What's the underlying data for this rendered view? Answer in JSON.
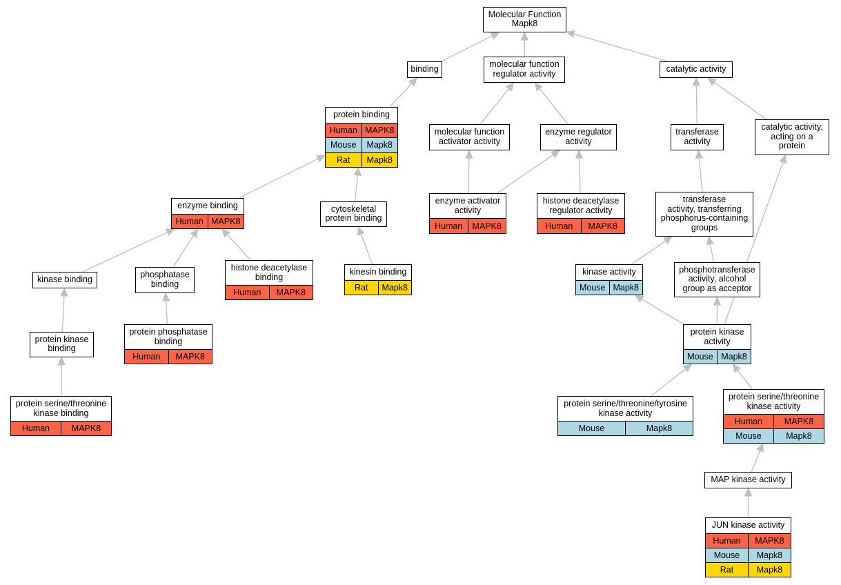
{
  "colors": {
    "human": "#ff6347",
    "mouse": "#add8e6",
    "rat": "#ffd700",
    "edge": "#c0c0c0"
  },
  "nodes": {
    "mf": {
      "label": "Molecular Function\nMapk8",
      "rows": []
    },
    "binding": {
      "label": "binding",
      "rows": []
    },
    "mfra": {
      "label": "molecular function\nregulator activity",
      "rows": []
    },
    "catalytic": {
      "label": "catalytic activity",
      "rows": []
    },
    "protein_binding": {
      "label": "protein binding",
      "rows": [
        {
          "species": "human",
          "cells": [
            "Human",
            "MAPK8"
          ]
        },
        {
          "species": "mouse",
          "cells": [
            "Mouse",
            "Mapk8"
          ]
        },
        {
          "species": "rat",
          "cells": [
            "Rat",
            "Mapk8"
          ]
        }
      ]
    },
    "mfaa": {
      "label": "molecular function\nactivator activity",
      "rows": []
    },
    "enzyme_reg": {
      "label": "enzyme regulator\nactivity",
      "rows": []
    },
    "transferase": {
      "label": "transferase\nactivity",
      "rows": []
    },
    "cat_protein": {
      "label": "catalytic activity,\nacting on a\nprotein",
      "rows": []
    },
    "enzyme_binding": {
      "label": "enzyme binding",
      "rows": [
        {
          "species": "human",
          "cells": [
            "Human",
            "MAPK8"
          ]
        }
      ]
    },
    "cytoskeletal": {
      "label": "cytoskeletal\nprotein binding",
      "rows": []
    },
    "enzyme_act": {
      "label": "enzyme activator\nactivity",
      "rows": [
        {
          "species": "human",
          "cells": [
            "Human",
            "MAPK8"
          ]
        }
      ]
    },
    "hdac_reg": {
      "label": "histone deacetylase\nregulator activity",
      "rows": [
        {
          "species": "human",
          "cells": [
            "Human",
            "MAPK8"
          ]
        }
      ]
    },
    "transferase_p": {
      "label": "transferase\nactivity, transferring\nphosphorus-containing\ngroups",
      "rows": []
    },
    "kinase_binding": {
      "label": "kinase binding",
      "rows": []
    },
    "phosphatase_binding": {
      "label": "phosphatase\nbinding",
      "rows": []
    },
    "hdac_binding": {
      "label": "histone deacetylase\nbinding",
      "rows": [
        {
          "species": "human",
          "cells": [
            "Human",
            "MAPK8"
          ]
        }
      ]
    },
    "kinesin_binding": {
      "label": "kinesin binding",
      "rows": [
        {
          "species": "rat",
          "cells": [
            "Rat",
            "Mapk8"
          ]
        }
      ]
    },
    "kinase_activity": {
      "label": "kinase activity",
      "rows": [
        {
          "species": "mouse",
          "cells": [
            "Mouse",
            "Mapk8"
          ]
        }
      ]
    },
    "phosphotransferase": {
      "label": "phosphotransferase\nactivity, alcohol\ngroup as acceptor",
      "rows": []
    },
    "pk_binding": {
      "label": "protein kinase\nbinding",
      "rows": []
    },
    "pp_binding": {
      "label": "protein phosphatase\nbinding",
      "rows": [
        {
          "species": "human",
          "cells": [
            "Human",
            "MAPK8"
          ]
        }
      ]
    },
    "pk_activity": {
      "label": "protein kinase\nactivity",
      "rows": [
        {
          "species": "mouse",
          "cells": [
            "Mouse",
            "Mapk8"
          ]
        }
      ]
    },
    "pst_kinase_binding": {
      "label": "protein serine/threonine\nkinase binding",
      "rows": [
        {
          "species": "human",
          "cells": [
            "Human",
            "MAPK8"
          ]
        }
      ]
    },
    "pstt_kinase": {
      "label": "protein serine/threonine/tyrosine\nkinase activity",
      "rows": [
        {
          "species": "mouse",
          "cells": [
            "Mouse",
            "Mapk8"
          ]
        }
      ]
    },
    "pst_kinase_activity": {
      "label": "protein serine/threonine\nkinase activity",
      "rows": [
        {
          "species": "human",
          "cells": [
            "Human",
            "MAPK8"
          ]
        },
        {
          "species": "mouse",
          "cells": [
            "Mouse",
            "Mapk8"
          ]
        }
      ]
    },
    "map_kinase": {
      "label": "MAP kinase activity",
      "rows": []
    },
    "jun_kinase": {
      "label": "JUN kinase activity",
      "rows": [
        {
          "species": "human",
          "cells": [
            "Human",
            "MAPK8"
          ]
        },
        {
          "species": "mouse",
          "cells": [
            "Mouse",
            "Mapk8"
          ]
        },
        {
          "species": "rat",
          "cells": [
            "Rat",
            "Mapk8"
          ]
        }
      ]
    }
  },
  "edges": [
    [
      "binding",
      "mf"
    ],
    [
      "mfra",
      "mf"
    ],
    [
      "catalytic",
      "mf"
    ],
    [
      "protein_binding",
      "binding"
    ],
    [
      "mfaa",
      "mfra"
    ],
    [
      "enzyme_reg",
      "mfra"
    ],
    [
      "transferase",
      "catalytic"
    ],
    [
      "cat_protein",
      "catalytic"
    ],
    [
      "enzyme_binding",
      "protein_binding"
    ],
    [
      "cytoskeletal",
      "protein_binding"
    ],
    [
      "enzyme_act",
      "mfaa"
    ],
    [
      "enzyme_act",
      "enzyme_reg"
    ],
    [
      "hdac_reg",
      "enzyme_reg"
    ],
    [
      "transferase_p",
      "transferase"
    ],
    [
      "kinase_binding",
      "enzyme_binding"
    ],
    [
      "phosphatase_binding",
      "enzyme_binding"
    ],
    [
      "hdac_binding",
      "enzyme_binding"
    ],
    [
      "kinesin_binding",
      "cytoskeletal"
    ],
    [
      "kinase_activity",
      "transferase_p"
    ],
    [
      "phosphotransferase",
      "transferase_p"
    ],
    [
      "pk_binding",
      "kinase_binding"
    ],
    [
      "pp_binding",
      "phosphatase_binding"
    ],
    [
      "pk_activity",
      "kinase_activity"
    ],
    [
      "pk_activity",
      "phosphotransferase"
    ],
    [
      "pk_activity",
      "cat_protein"
    ],
    [
      "pst_kinase_binding",
      "pk_binding"
    ],
    [
      "pstt_kinase",
      "pk_activity"
    ],
    [
      "pst_kinase_activity",
      "pk_activity"
    ],
    [
      "map_kinase",
      "pst_kinase_activity"
    ],
    [
      "jun_kinase",
      "map_kinase"
    ]
  ]
}
